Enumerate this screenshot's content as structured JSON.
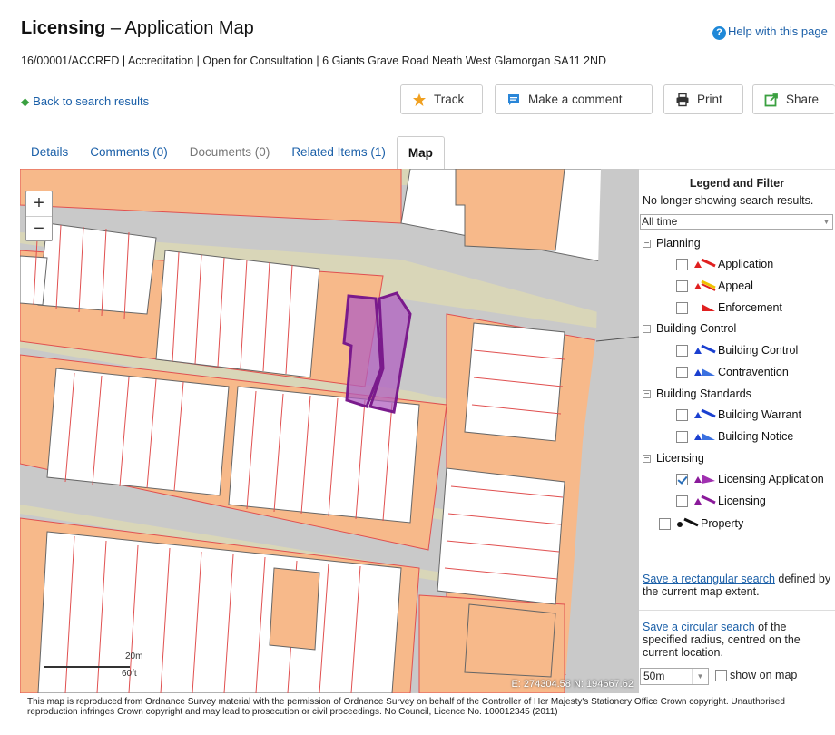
{
  "header": {
    "title_strong": "Licensing",
    "title_rest": " – Application Map",
    "help": "Help with this page",
    "subtitle": "16/00001/ACCRED | Accreditation | Open for Consultation | 6 Giants Grave Road Neath West Glamorgan SA11 2ND",
    "back": "Back to search results"
  },
  "toolbar": {
    "track": "Track",
    "comment": "Make a comment",
    "print": "Print",
    "share": "Share"
  },
  "tabs": [
    {
      "label": "Details",
      "state": "link"
    },
    {
      "label": "Comments (0)",
      "state": "link"
    },
    {
      "label": "Documents (0)",
      "state": "disabled"
    },
    {
      "label": "Related Items (1)",
      "state": "link"
    },
    {
      "label": "Map",
      "state": "active"
    }
  ],
  "map": {
    "zoom_in": "+",
    "zoom_out": "−",
    "coords": "E: 274304.58 N: 194667.62",
    "scale_m": "20m",
    "scale_ft": "60ft"
  },
  "legend": {
    "title": "Legend and Filter",
    "note": "No longer showing search results.",
    "period": "All time",
    "groups": {
      "planning": "Planning",
      "building_control": "Building Control",
      "building_standards": "Building Standards",
      "licensing": "Licensing"
    },
    "items": {
      "application": "Application",
      "appeal": "Appeal",
      "enforcement": "Enforcement",
      "building_control": "Building Control",
      "contravention": "Contravention",
      "building_warrant": "Building Warrant",
      "building_notice": "Building Notice",
      "licensing_application": "Licensing Application",
      "licensing": "Licensing",
      "property": "Property"
    },
    "save_rect_link": "Save a rectangular search",
    "save_rect_rest": " defined by the current map extent.",
    "save_circ_link": "Save a circular search",
    "save_circ_rest": " of the specified radius, centred on the current location.",
    "radius": "50m",
    "show_on_map": "show on map"
  },
  "copyright": "This map is reproduced from Ordnance Survey material with the permission of Ordnance Survey on behalf of the Controller of Her Majesty's Stationery Office Crown copyright. Unauthorised reproduction infringes Crown copyright and may lead to prosecution or civil proceedings. No Council, Licence No. 100012345 (2011)",
  "colors": {
    "link": "#1a5fa8",
    "plot_fill": "#f7b98a",
    "plot_line": "#e05050",
    "road": "#c9c9c9",
    "verge": "#d9d6b8",
    "highlight": "#b060c0",
    "highlight_stroke": "#7a1a8c"
  }
}
